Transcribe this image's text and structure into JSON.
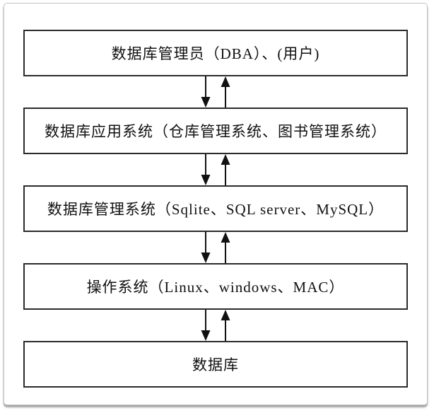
{
  "diagram": {
    "type": "layered-architecture",
    "layers": [
      {
        "label": "数据库管理员（DBA）、(用户)"
      },
      {
        "label": "数据库应用系统（仓库管理系统、图书管理系统）"
      },
      {
        "label": "数据库管理系统（Sqlite、SQL server、MySQL）"
      },
      {
        "label": "操作系统（Linux、windows、MAC）"
      },
      {
        "label": "数据库"
      }
    ],
    "connections": "bidirectional-vertical-arrows-between-adjacent-layers",
    "colors": {
      "background": "#ffffff",
      "box_border": "#2b2b2b",
      "text": "#111111",
      "arrow": "#111111",
      "frame_border": "#c2c2c2"
    }
  }
}
